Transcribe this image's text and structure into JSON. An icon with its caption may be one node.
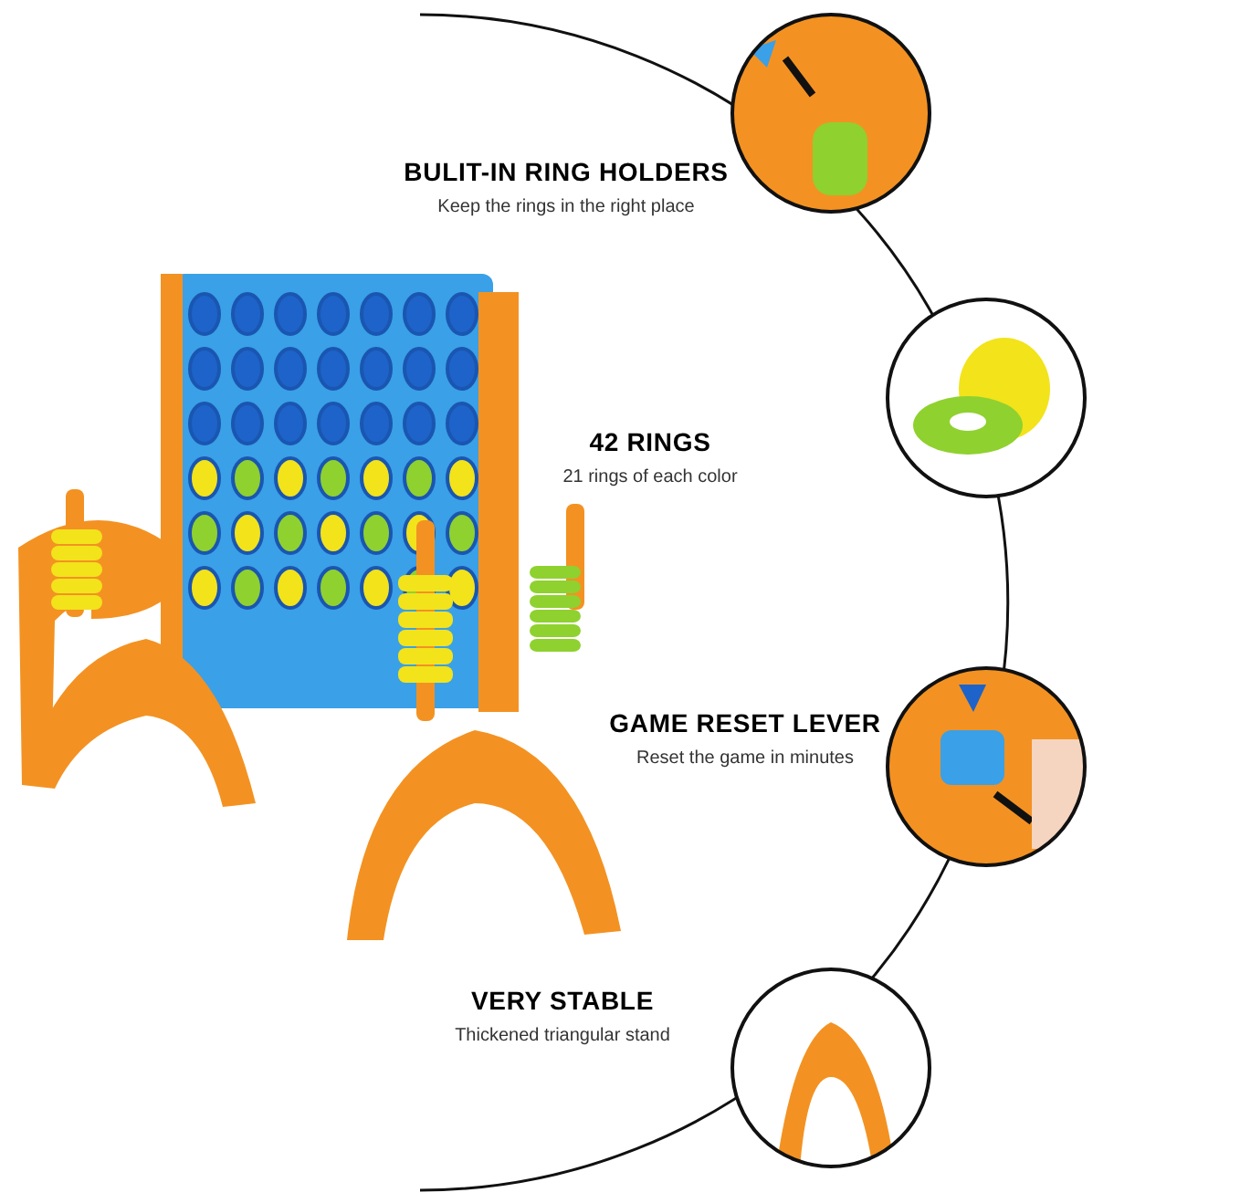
{
  "diagram": {
    "labels": [
      "BULIT-IN RING HOLDERS",
      "Keep the rings in the right place",
      "42 RINGS",
      "21 rings of each color",
      "GAME RESET LEVER",
      "Reset the game in minutes",
      "VERY STABLE",
      "Thickened triangular stand"
    ]
  }
}
